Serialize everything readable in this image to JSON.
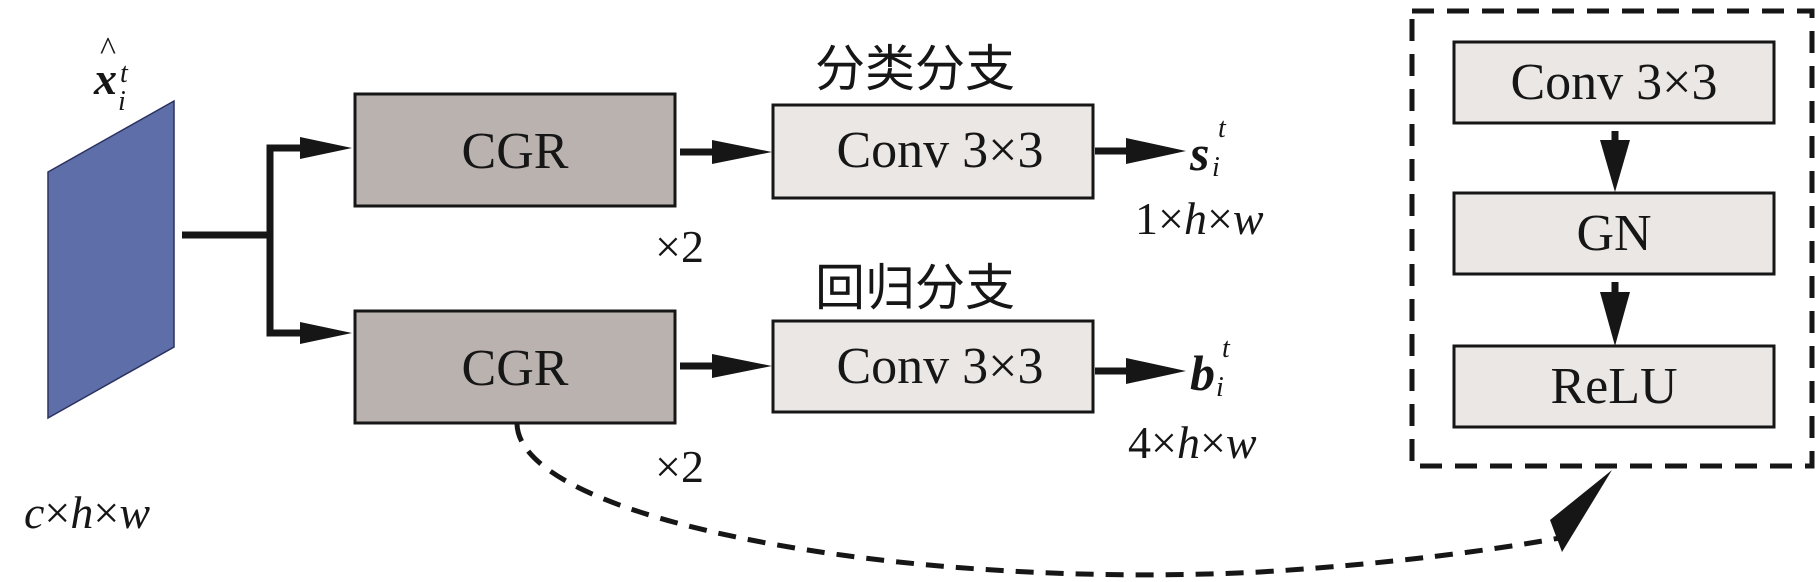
{
  "diagram": {
    "input": {
      "symbol": "x",
      "hat": "^",
      "superscript": "t",
      "subscript": "i",
      "dims": [
        "c",
        "×",
        "h",
        "×",
        "w"
      ],
      "color": "#5e6ea8"
    },
    "classification_branch": {
      "title": "分类分支",
      "cgr_label": "CGR",
      "repeat_label": "×2",
      "conv_label": "Conv 3×3",
      "output_symbol": "s",
      "output_superscript": "t",
      "output_subscript": "i",
      "output_dims": [
        "1",
        "×",
        "h",
        "×",
        "w"
      ]
    },
    "regression_branch": {
      "title": "回归分支",
      "cgr_label": "CGR",
      "repeat_label": "×2",
      "conv_label": "Conv 3×3",
      "output_symbol": "b",
      "output_superscript": "t",
      "output_subscript": "i",
      "output_dims": [
        "4",
        "×",
        "h",
        "×",
        "w"
      ]
    },
    "cgr_detail": {
      "blocks": [
        "Conv 3×3",
        "GN",
        "ReLU"
      ]
    },
    "colors": {
      "cgr_fill": "#bab2af",
      "conv_fill": "#ebe7e4",
      "stroke": "#161616"
    }
  }
}
